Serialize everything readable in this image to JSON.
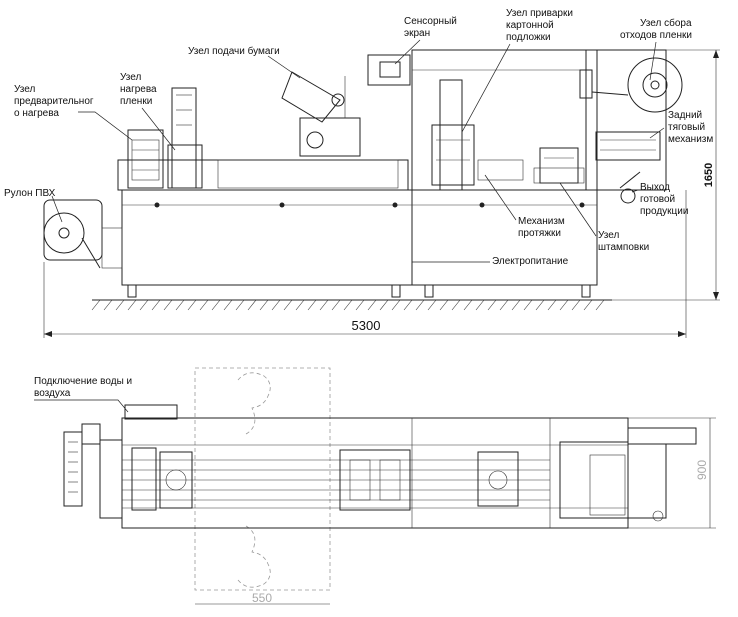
{
  "labels": {
    "preheat": [
      "Узел",
      "предварительног",
      "о нагрева"
    ],
    "film_heat": [
      "Узел",
      "нагрева",
      "пленки"
    ],
    "paper_feed": "Узел подачи бумаги",
    "touch_screen": [
      "Сенсорный",
      "экран"
    ],
    "card_weld": [
      "Узел приварки",
      "картонной",
      "подложки"
    ],
    "waste_collect": [
      "Узел сбора",
      "отходов пленки"
    ],
    "rear_pull": [
      "Задний",
      "тяговый",
      "механизм"
    ],
    "product_exit": [
      "Выход",
      "готовой",
      "продукции"
    ],
    "pvc_roll": "Рулон ПВХ",
    "pull_mech": [
      "Механизм",
      "протяжки"
    ],
    "punch": [
      "Узел",
      "штамповки"
    ],
    "power": "Электропитание",
    "water_air": [
      "Подключение воды и",
      "воздуха"
    ]
  },
  "dimensions": {
    "length": "5300",
    "height": "1650",
    "width": "900",
    "operator_zone": "550"
  }
}
